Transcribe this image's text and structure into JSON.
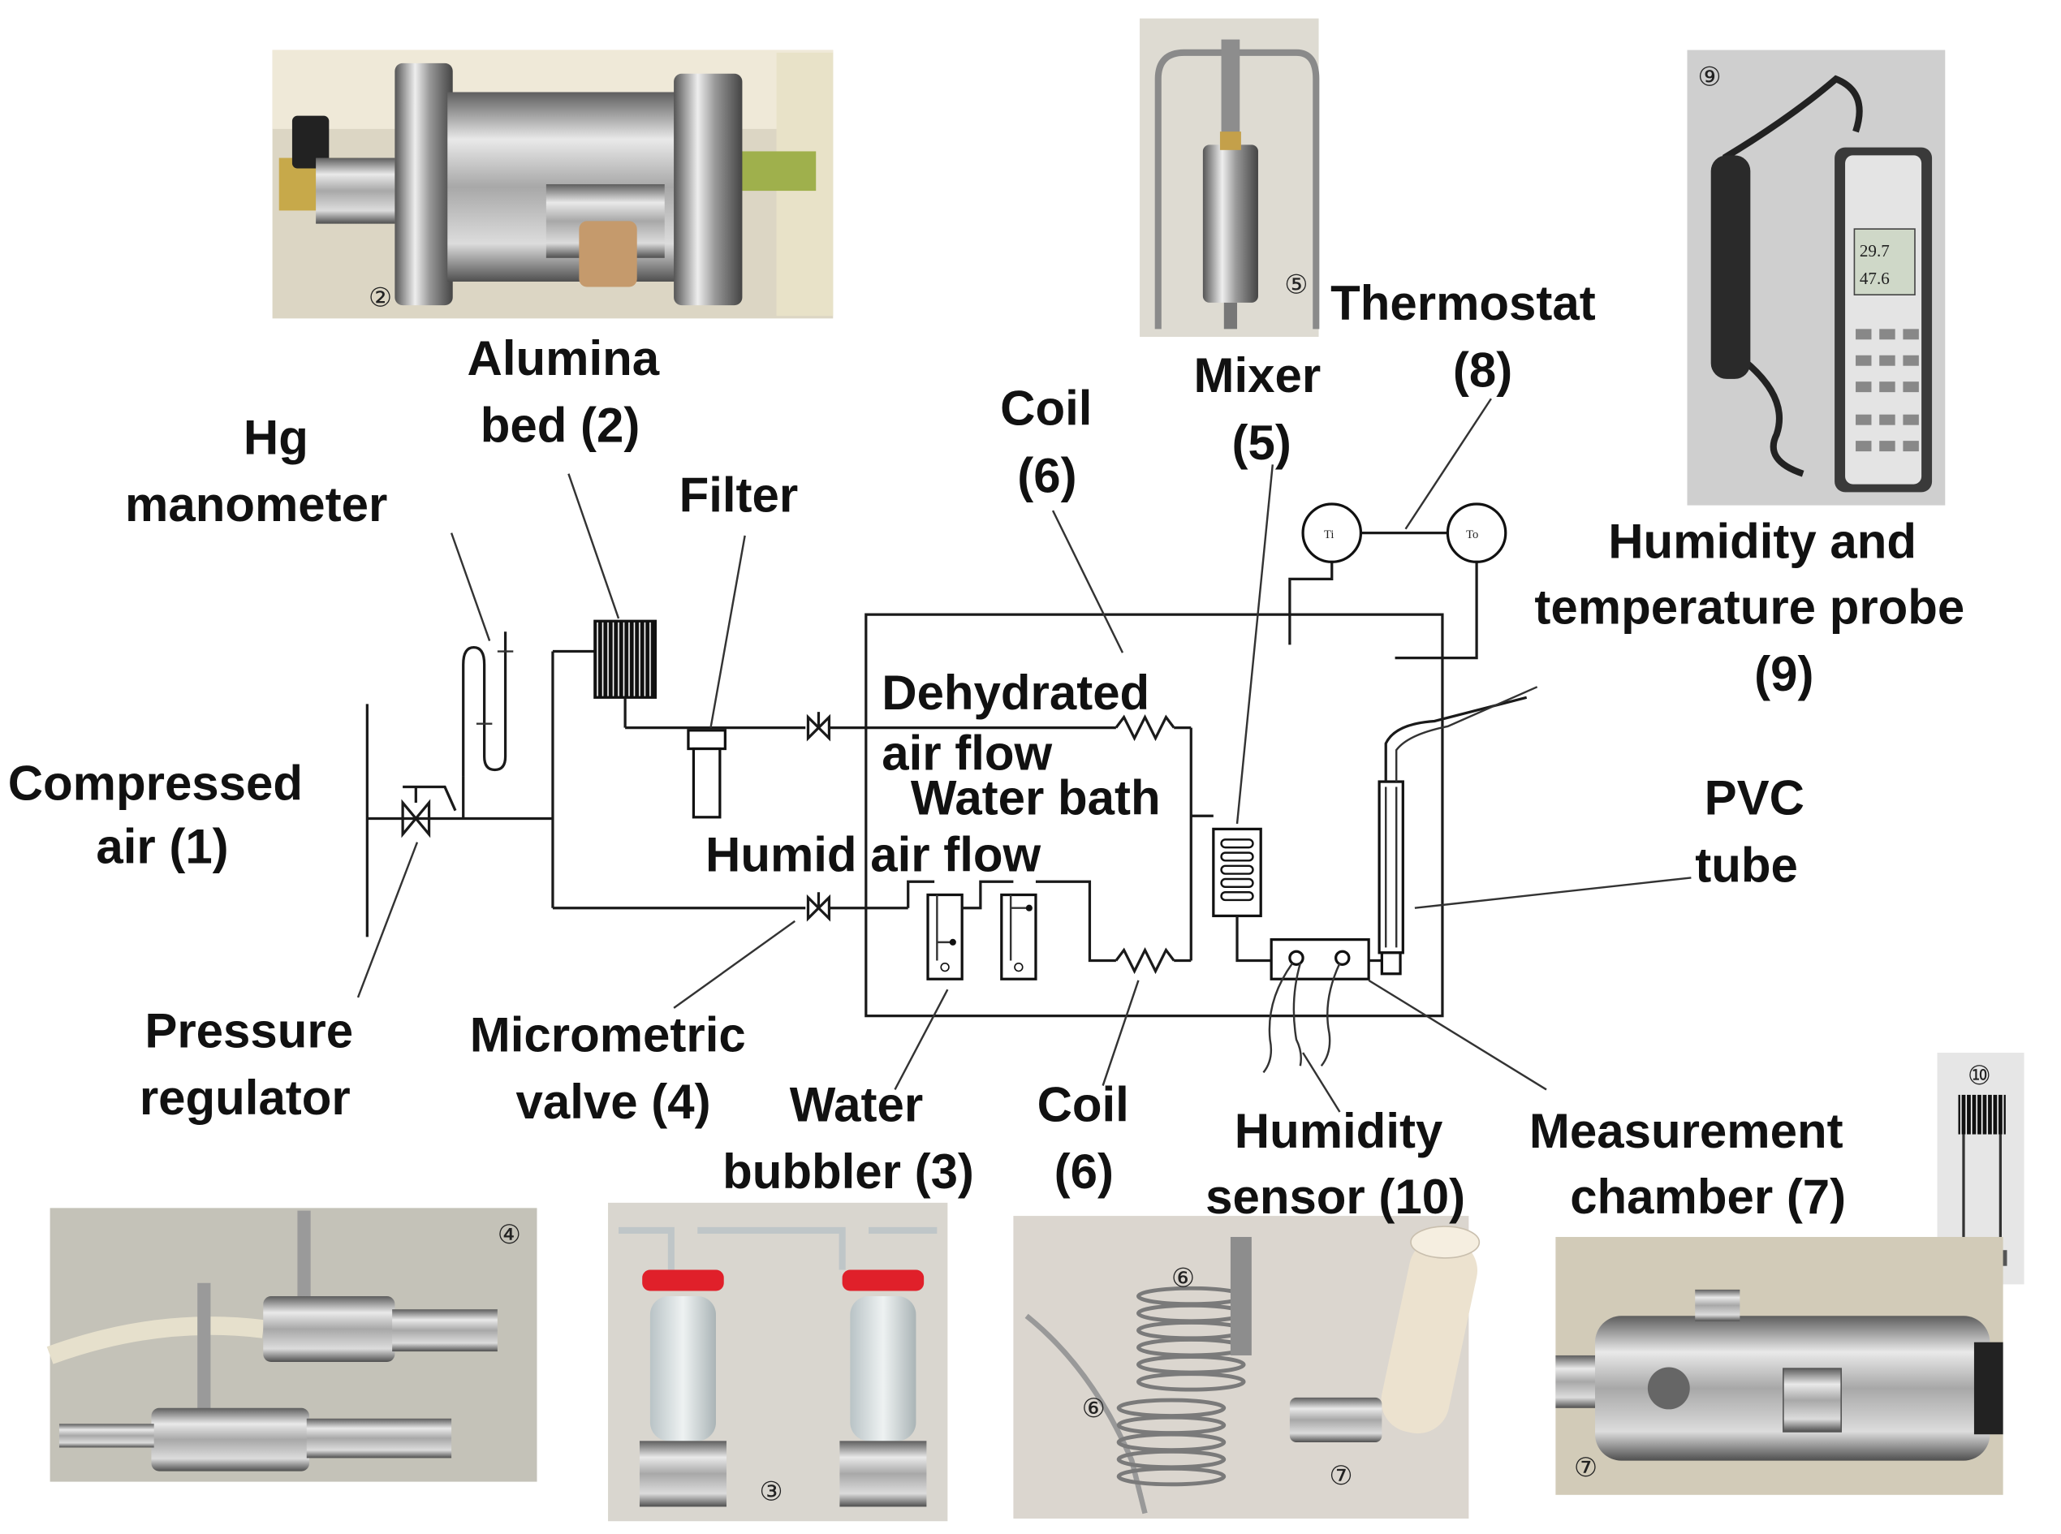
{
  "labels": {
    "compressed_air": [
      "Compressed",
      "air (1)"
    ],
    "hg_manometer": [
      "Hg",
      "manometer"
    ],
    "alumina_bed": [
      "Alumina",
      "bed (2)"
    ],
    "filter": [
      "Filter"
    ],
    "coil_top": [
      "Coil",
      "(6)"
    ],
    "mixer": [
      "Mixer",
      "(5)"
    ],
    "thermostat": [
      "Thermostat",
      "(8)"
    ],
    "probe": [
      "Humidity and",
      "temperature probe",
      "(9)"
    ],
    "dehydrated_flow": [
      "Dehydrated",
      "air flow"
    ],
    "water_bath": [
      "Water bath"
    ],
    "humid_flow": [
      "Humid air flow"
    ],
    "pvc_tube": [
      "PVC",
      "tube"
    ],
    "pressure_regulator": [
      "Pressure",
      "regulator"
    ],
    "micrometric_valve": [
      "Micrometric",
      "valve (4)"
    ],
    "water_bubbler": [
      "Water",
      "bubbler (3)"
    ],
    "coil_bottom": [
      "Coil",
      "(6)"
    ],
    "humidity_sensor": [
      "Humidity",
      "sensor (10)"
    ],
    "measurement_chamber": [
      "Measurement",
      "chamber (7)"
    ]
  },
  "thermo": {
    "ti": "Ti",
    "to": "To"
  },
  "photo_numbers": {
    "alumina": "②",
    "mixer": "⑤",
    "probe": "⑨",
    "valves": "④",
    "bubblers": "③",
    "coils_a": "⑥",
    "coils_b": "⑥",
    "coils_c": "⑦",
    "sensor": "⑩",
    "chamber": "⑦"
  },
  "probe_display": [
    "29.7",
    "47.6"
  ],
  "colors": {
    "steel": "#b9b9b9",
    "steel_dark": "#6f6f6f",
    "copper": "#b98a5a",
    "red_clamp": "#e0202a",
    "pvc": "#ece2cf",
    "display": "#cfd8c8"
  }
}
